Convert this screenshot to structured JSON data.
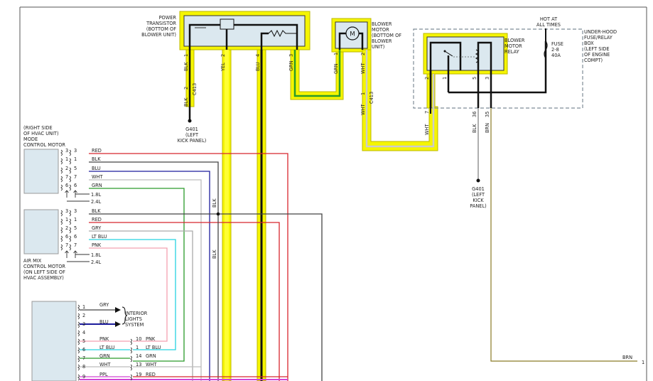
{
  "colors": {
    "highlight": "#f5f500",
    "highlight_edge": "#bdb800",
    "box_fill": "#dbe8ef",
    "red": "#d8262e",
    "blk": "#333333",
    "blu": "#1c1c9c",
    "wht": "#bdbdbd",
    "grn": "#2a9a2a",
    "gry": "#a9a9a9",
    "ltblu": "#26d3e0",
    "pnk": "#f3a0b0",
    "ppl": "#d244d2",
    "brn": "#8a7a26"
  },
  "components": {
    "power_transistor": [
      "POWER",
      "TRANSISTOR",
      "(BOTTOM OF",
      "BLOWER UNIT)"
    ],
    "blower_motor": [
      "BLOWER",
      "MOTOR",
      "(BOTTOM OF",
      "BLOWER",
      "UNIT)"
    ],
    "blower_motor_symbol": "M",
    "blower_motor_relay": [
      "BLOWER",
      "MOTOR",
      "RELAY"
    ],
    "hot_at_all_times": [
      "HOT AT",
      "ALL TIMES"
    ],
    "fuse": [
      "FUSE",
      "2-8",
      "40A"
    ],
    "under_hood_box": [
      "UNDER-HOOD",
      "FUSE/RELAY",
      "BOX",
      "(LEFT SIDE",
      "OF ENGINE",
      "COMPT)"
    ],
    "ground_left": [
      "G401",
      "(LEFT",
      "KICK PANEL)"
    ],
    "ground_right": [
      "G401",
      "(LEFT",
      "KICK",
      "PANEL)"
    ],
    "mode_motor": [
      "(RIGHT SIDE",
      "OF HVAC UNIT)",
      "MODE",
      "CONTROL MOTOR"
    ],
    "airmix_motor": [
      "AIR MIX",
      "CONTROL MOTOR",
      "(ON LEFT SIDE OF",
      "HVAC ASSEMBLY)"
    ],
    "interior_lights": [
      "INTERIOR",
      "LIGHTS",
      "SYSTEM"
    ],
    "connector_c413": "C413"
  },
  "wires": {
    "pt_pin1": {
      "pin": "1",
      "color": "BLK"
    },
    "pt_pin2": {
      "pin": "2",
      "color": "YEL"
    },
    "pt_pin4": {
      "pin": "4",
      "color": "BLU"
    },
    "pt_pin3": {
      "pin": "3",
      "color": "GRN"
    },
    "c413_pin2": "2",
    "c413_blk": "BLK",
    "bm_pin1": {
      "pin": "1",
      "color": "GRN"
    },
    "bm_pin2": {
      "pin": "2",
      "color": "WHT"
    },
    "c413_pin1": "1",
    "c413_wht": "WHT",
    "relay_pins": [
      "2",
      "1",
      "5",
      "3"
    ],
    "fuse_pin7": {
      "pin": "7",
      "color": "WHT"
    },
    "fuse_pin36": {
      "pin": "36",
      "color": "BLK"
    },
    "fuse_pin35": {
      "pin": "35",
      "color": "BRN"
    },
    "splice_blk": "BLK",
    "vertical_blk": "BLK",
    "brn_end": "BRN",
    "brn_end_pin": "1"
  },
  "mode_motor_rows": [
    {
      "a": "3",
      "b": "3",
      "color": "RED"
    },
    {
      "a": "1",
      "b": "1",
      "color": "BLK"
    },
    {
      "a": "2",
      "b": "5",
      "color": "BLU"
    },
    {
      "a": "7",
      "b": "7",
      "color": "WHT"
    },
    {
      "a": "6",
      "b": "6",
      "color": "GRN"
    }
  ],
  "mode_engine": [
    "1.8L",
    "2.4L"
  ],
  "airmix_rows": [
    {
      "a": "3",
      "b": "3",
      "color": "BLK"
    },
    {
      "a": "1",
      "b": "1",
      "color": "RED"
    },
    {
      "a": "2",
      "b": "5",
      "color": "GRY"
    },
    {
      "a": "6",
      "b": "6",
      "color": "LT BLU"
    },
    {
      "a": "7",
      "b": "7",
      "color": "PNK"
    }
  ],
  "airmix_engine": [
    "1.8L",
    "2.4L"
  ],
  "bottom_rows": [
    {
      "pin": "1",
      "color": "GRY"
    },
    {
      "pin": "2",
      "color": ""
    },
    {
      "pin": "3",
      "color": "BLU"
    },
    {
      "pin": "4",
      "color": ""
    },
    {
      "pin": "5",
      "color": "PNK",
      "pin2": "10",
      "color2": "PNK"
    },
    {
      "pin": "6",
      "color": "LT BLU",
      "pin2": "1",
      "color2": "LT BLU"
    },
    {
      "pin": "7",
      "color": "GRN",
      "pin2": "14",
      "color2": "GRN"
    },
    {
      "pin": "8",
      "color": "WHT",
      "pin2": "13",
      "color2": "WHT"
    },
    {
      "pin": "9",
      "color": "PPL",
      "pin2": "19",
      "color2": "RED"
    }
  ]
}
